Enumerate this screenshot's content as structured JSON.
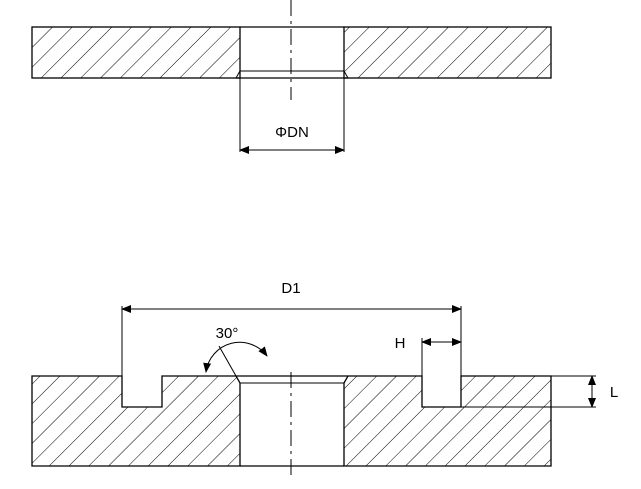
{
  "top_view": {
    "diameter_label": "ΦDN"
  },
  "bottom_view": {
    "d1_label": "D1",
    "angle_label": "30°",
    "h_label": "H",
    "l_label": "L"
  },
  "colors": {
    "line": "#000000",
    "background": "#ffffff"
  }
}
